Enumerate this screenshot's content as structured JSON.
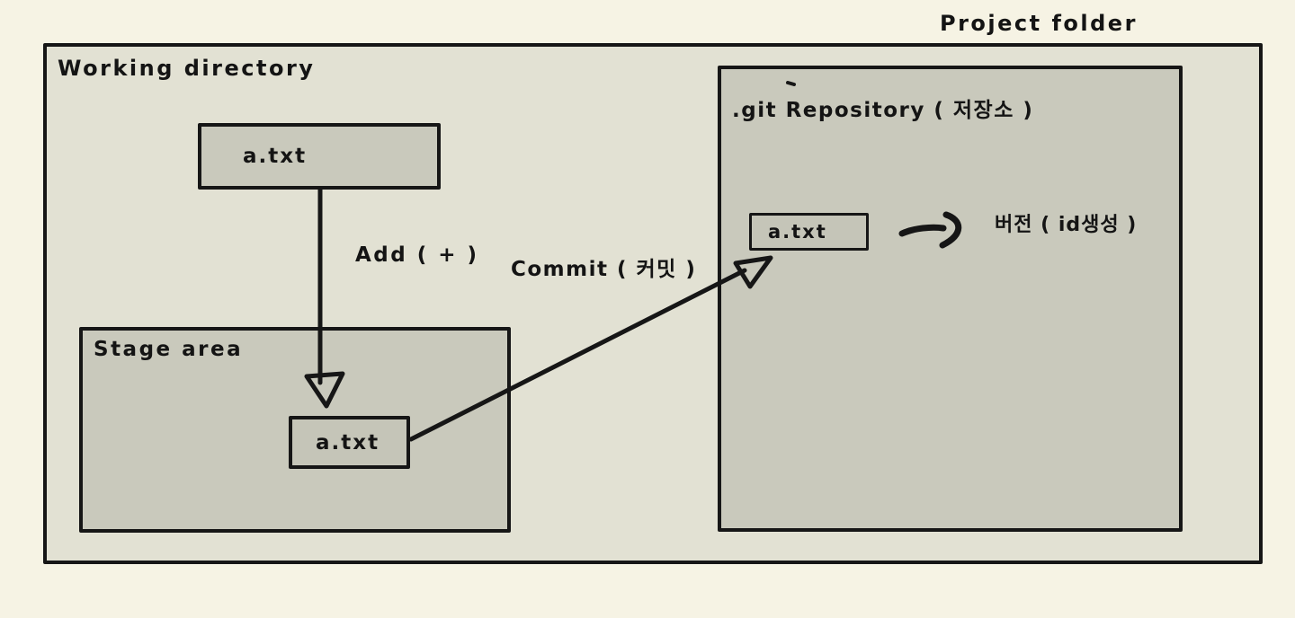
{
  "diagram": {
    "project_folder_label": "Project folder",
    "working_directory": {
      "label": "Working directory",
      "file_label": "a.txt"
    },
    "stage_area": {
      "label": "Stage area",
      "file_label": "a.txt"
    },
    "repository": {
      "label": ".git Repository ( 저장소 )",
      "file_label": "a.txt",
      "version_note": "버전 ( id생성 )"
    },
    "arrows": {
      "add_label": "Add ( + )",
      "commit_label": "Commit ( 커밋 )"
    },
    "colors": {
      "background": "#f6f3e4",
      "panel": "#e2e1d3",
      "box": "#c9c9bc",
      "filebox": "#c5c5b8",
      "line": "#161616"
    }
  }
}
